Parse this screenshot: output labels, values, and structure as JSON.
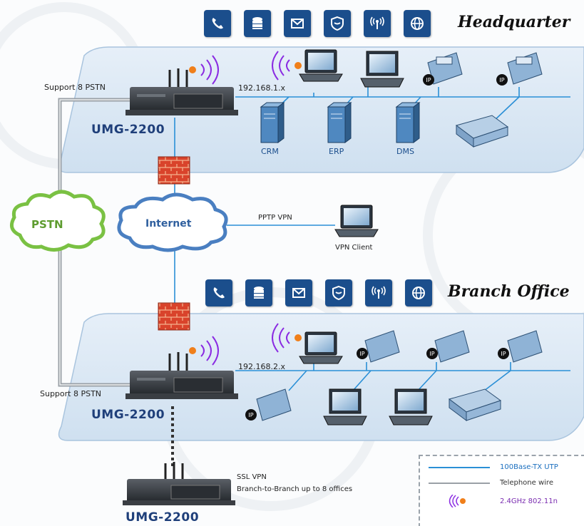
{
  "headquarter": {
    "title": "Headquarter",
    "support_label": "Support 8 PSTN",
    "device_model": "UMG-2200",
    "subnet": "192.168.1.x",
    "servers": [
      "CRM",
      "ERP",
      "DMS"
    ]
  },
  "branch": {
    "title": "Branch Office",
    "support_label": "Support 8 PSTN",
    "device_model": "UMG-2200",
    "subnet": "192.168.2.x"
  },
  "remote": {
    "device_model": "UMG-2200",
    "ssl_label": "SSL VPN",
    "branch_label": "Branch-to-Branch up to 8 offices"
  },
  "clouds": {
    "pstn": "PSTN",
    "internet": "Internet"
  },
  "vpn": {
    "pptp_label": "PPTP VPN",
    "client_label": "VPN Client"
  },
  "service_icons": [
    "phone-icon",
    "database-icon",
    "mail-icon",
    "shield-icon",
    "wireless-icon",
    "globe-icon"
  ],
  "legend": {
    "items": [
      {
        "label": "100Base-TX UTP",
        "color": "#2a8fd6"
      },
      {
        "label": "Telephone wire",
        "color": "#9aa0a6"
      },
      {
        "label": "2.4GHz 802.11n",
        "color": "#8a2be2"
      }
    ]
  },
  "colors": {
    "platform": "#dce9f5",
    "service_icon_bg": "#1b4e8c",
    "cloud_pstn": "#7ac143",
    "cloud_internet": "#4a7fc1",
    "lan_line": "#2a8fd6",
    "phone_wire": "#9aa0a6",
    "firewall": "#d9432b"
  }
}
